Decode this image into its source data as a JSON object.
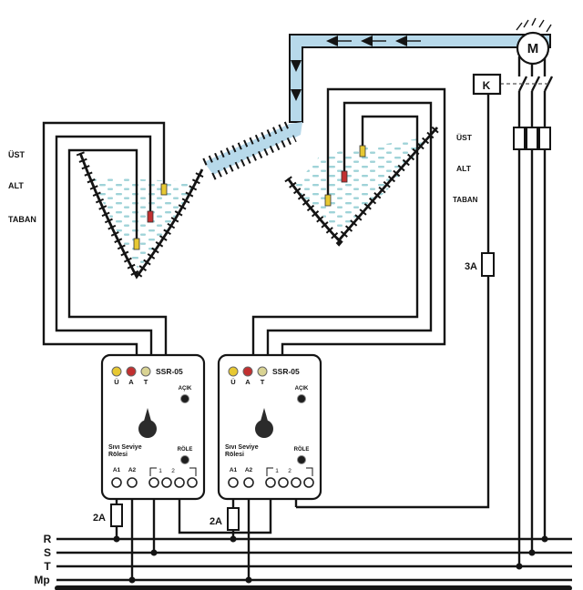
{
  "colors": {
    "wire": "#141414",
    "pipe_water": "#b7d9ea",
    "water_dash": "#9fd3d8",
    "led_yellow": "#e7c832",
    "led_red": "#c23030",
    "led_pale": "#d9d393",
    "knob": "#2b2b2b"
  },
  "labels": {
    "tank1": {
      "ust": "ÜST",
      "alt": "ALT",
      "taban": "TABAN"
    },
    "tank2": {
      "ust": "ÜST",
      "alt": "ALT",
      "taban": "TABAN"
    },
    "motor": "M",
    "contactor": "K",
    "main_fuse": "3A",
    "relay1_fuse": "2A",
    "relay2_fuse": "2A"
  },
  "rails": {
    "r": "R",
    "s": "S",
    "t": "T",
    "mp": "Mp"
  },
  "relays": [
    {
      "model": "SSR-05",
      "led_ust": "Ü",
      "led_alt": "A",
      "led_taban": "T",
      "power_led": "AÇIK",
      "output_led": "RÖLE",
      "device_name_line1": "Sıvı Seviye",
      "device_name_line2": "Rölesi",
      "term_a1": "A1",
      "term_a2": "A2",
      "contact_left": "1",
      "contact_right": "2"
    },
    {
      "model": "SSR-05",
      "led_ust": "Ü",
      "led_alt": "A",
      "led_taban": "T",
      "power_led": "AÇIK",
      "output_led": "RÖLE",
      "device_name_line1": "Sıvı Seviye",
      "device_name_line2": "Rölesi",
      "term_a1": "A1",
      "term_a2": "A2",
      "contact_left": "1",
      "contact_right": "2"
    }
  ]
}
